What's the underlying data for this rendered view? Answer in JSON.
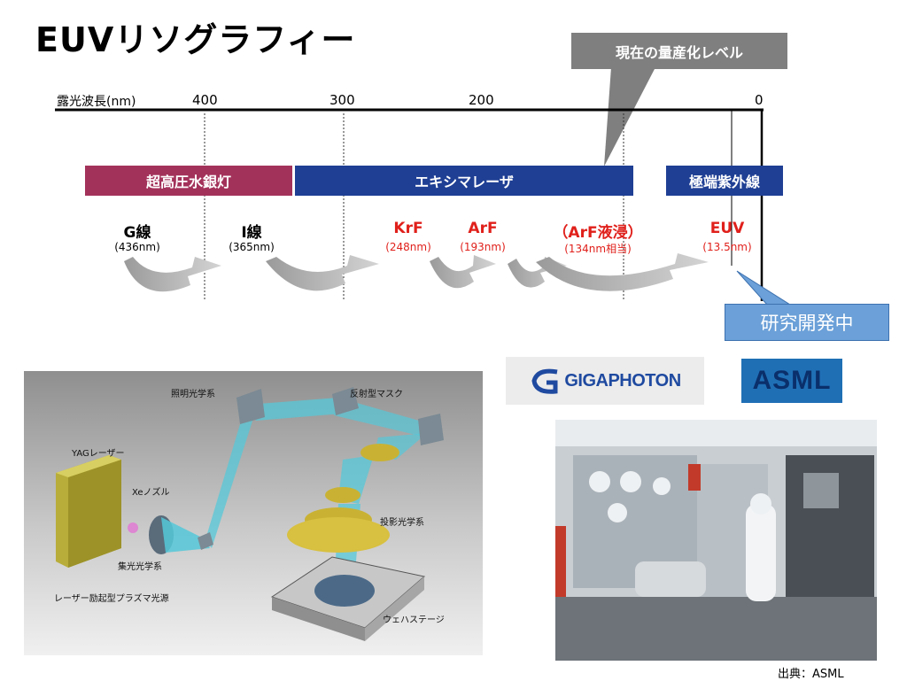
{
  "title": "EUVリソグラフィー",
  "callout_top": "現在の量産化レベル",
  "axis": {
    "label": "露光波長(nm)",
    "ticks": [
      "400",
      "300",
      "200",
      "0"
    ]
  },
  "bands": {
    "mercury": "超高圧水銀灯",
    "excimer": "エキシマレーザ",
    "euv": "極端紫外線"
  },
  "wavelengths": [
    {
      "name": "G線",
      "value": "(436nm)"
    },
    {
      "name": "I線",
      "value": "(365nm)"
    },
    {
      "name": "KrF",
      "value": "(248nm)"
    },
    {
      "name": "ArF",
      "value": "(193nm)"
    },
    {
      "name": "（ArF液浸）",
      "value": "(134nm相当)"
    },
    {
      "name": "EUV",
      "value": "(13.5nm)"
    }
  ],
  "callout_research": "研究開発中",
  "diagram": {
    "yag_laser": "YAGレーザー",
    "illumination_optics": "照明光学系",
    "reflective_mask": "反射型マスク",
    "xe_nozzle": "Xeノズル",
    "projection_optics": "投影光学系",
    "collector_optics": "集光光学系",
    "lpp_source": "レーザー励起型プラズマ光源",
    "wafer_stage": "ウェハステージ"
  },
  "logos": {
    "gigaphoton": "GIGAPHOTON",
    "asml": "ASML"
  },
  "source": "出典：ASML",
  "colors": {
    "callout_gray": "#7f7f7f",
    "mercury_band": "#a3325a",
    "excimer_band": "#1f3f94",
    "euv_band": "#1f3f94",
    "highlight_red": "#e0201b",
    "research_blue": "#6ba0d8"
  }
}
